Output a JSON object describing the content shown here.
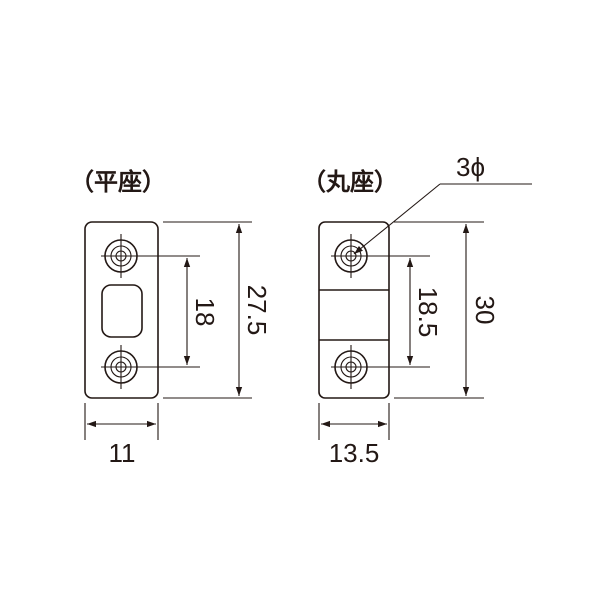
{
  "diagram": {
    "flat_plate": {
      "title": "（平座）",
      "dim_hole_pitch": "18",
      "dim_height": "27.5",
      "dim_width": "11"
    },
    "round_plate": {
      "title": "（丸座）",
      "dim_hole_diameter": "3ϕ",
      "dim_hole_pitch": "18.5",
      "dim_height": "30",
      "dim_width": "13.5"
    }
  }
}
